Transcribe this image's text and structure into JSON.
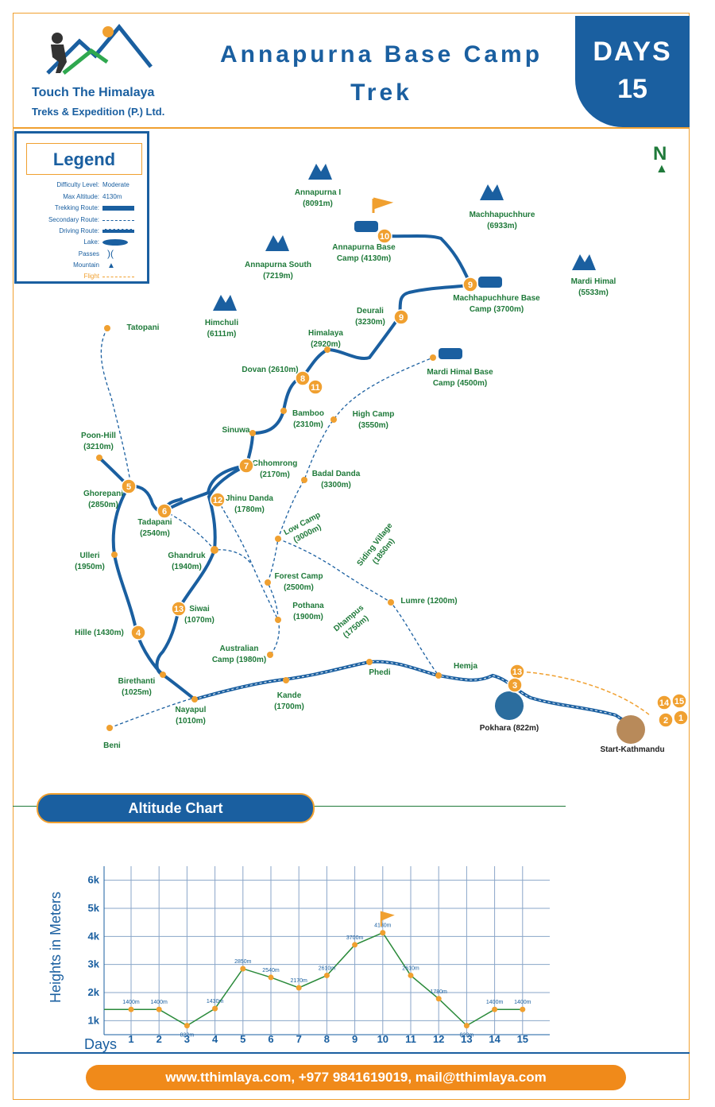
{
  "company": {
    "name_line1": "Touch The Himalaya",
    "name_line2": "Treks & Expedition (P.) Ltd."
  },
  "title": {
    "line1": "Annapurna Base Camp",
    "line2": "Trek"
  },
  "days": {
    "label": "DAYS",
    "value": "15"
  },
  "legend": {
    "title": "Legend",
    "rows": [
      {
        "label": "Difficulty Level:",
        "value": "Moderate"
      },
      {
        "label": "Max Altitude:",
        "value": "4130m"
      },
      {
        "label": "Trekking Route:",
        "value": ""
      },
      {
        "label": "Secondary Route:",
        "value": ""
      },
      {
        "label": "Driving Route:",
        "value": ""
      },
      {
        "label": "Lake:",
        "value": ""
      },
      {
        "label": "Passes",
        "value": ""
      },
      {
        "label": "Mountain",
        "value": ""
      },
      {
        "label": "Flight",
        "value": ""
      }
    ]
  },
  "compass": "N",
  "colors": {
    "brand_blue": "#1a5fa0",
    "accent_orange": "#f0a030",
    "green": "#1f7a3a"
  },
  "mountains": [
    {
      "name": "Annapurna I",
      "alt": "(8091m)"
    },
    {
      "name": "Machhapuchhure",
      "alt": "(6933m)"
    },
    {
      "name": "Annapurna South",
      "alt": "(7219m)"
    },
    {
      "name": "Mardi  Himal",
      "alt": "(5533m)"
    },
    {
      "name": "Himchuli",
      "alt": "(6111m)"
    }
  ],
  "places": {
    "abc": [
      "Annapurna Base",
      "Camp (4130m)"
    ],
    "mbc": [
      "Machhapuchhure Base",
      "Camp (3700m)"
    ],
    "deurali": [
      "Deurali",
      "(3230m)"
    ],
    "himalaya": [
      "Himalaya",
      "(2920m)"
    ],
    "dovan": [
      "Dovan (2610m)"
    ],
    "bamboo": [
      "Bamboo",
      "(2310m)"
    ],
    "mardi_bc": [
      "Mardi Himal Base",
      "Camp (4500m)"
    ],
    "high_camp": [
      "High Camp",
      "(3550m)"
    ],
    "tatopani": [
      "Tatopani"
    ],
    "sinuwa": [
      "Sinuwa"
    ],
    "chhomrong": [
      "Chhomrong",
      "(2170m)"
    ],
    "badal_danda": [
      "Badal Danda",
      "(3300m)"
    ],
    "poon_hill": [
      "Poon-Hill",
      "(3210m)"
    ],
    "ghorepani": [
      "Ghorepani",
      "(2850m)"
    ],
    "tadapani": [
      "Tadapani",
      "(2540m)"
    ],
    "jhinu": [
      "Jhinu Danda",
      "(1780m)"
    ],
    "low_camp": [
      "Low Camp",
      "(3000m)"
    ],
    "siding": [
      "Siding Village",
      "(1850m)"
    ],
    "ulleri": [
      "Ulleri",
      "(1950m)"
    ],
    "ghandruk": [
      "Ghandruk",
      "(1940m)"
    ],
    "forest_camp": [
      "Forest Camp",
      "(2500m)"
    ],
    "lumre": [
      "Lumre (1200m)"
    ],
    "siwai": [
      "Siwai",
      "(1070m)"
    ],
    "pothana": [
      "Pothana",
      "(1900m)"
    ],
    "dhampus": [
      "Dhampus",
      "(1750m)"
    ],
    "hille": [
      "Hille (1430m)"
    ],
    "australian": [
      "Australian",
      "Camp (1980m)"
    ],
    "phedi": [
      "Phedi"
    ],
    "hemja": [
      "Hemja"
    ],
    "birethanti": [
      "Birethanti",
      "(1025m)"
    ],
    "kande": [
      "Kande",
      "(1700m)"
    ],
    "nayapul": [
      "Nayapul",
      "(1010m)"
    ],
    "beni": [
      "Beni"
    ],
    "pokhara": [
      "Pokhara (822m)"
    ],
    "kathmandu": [
      "Start-Kathmandu"
    ]
  },
  "day_markers": [
    "10",
    "9",
    "9",
    "8",
    "11",
    "7",
    "5",
    "6",
    "12",
    "13",
    "4",
    "13",
    "3",
    "14",
    "15",
    "2",
    "1"
  ],
  "altitude_chart": {
    "banner": "Altitude Chart"
  },
  "chart_data": {
    "type": "line",
    "title": "",
    "xlabel": "Days",
    "ylabel": "Heights in Meters",
    "x": [
      0.65,
      1,
      2,
      3,
      4,
      5,
      6,
      7,
      8,
      9,
      10,
      11,
      12,
      13,
      14,
      15
    ],
    "y_ticks": [
      "1k",
      "2k",
      "3k",
      "4k",
      "5k",
      "6k"
    ],
    "x_ticks": [
      "1",
      "2",
      "3",
      "4",
      "5",
      "6",
      "7",
      "8",
      "9",
      "10",
      "11",
      "12",
      "13",
      "14",
      "15"
    ],
    "ylim": [
      500,
      6500
    ],
    "series": [
      {
        "values": [
          1400,
          1400,
          1400,
          822,
          1430,
          2850,
          2540,
          2170,
          2610,
          3700,
          4130,
          2610,
          1780,
          822,
          1400,
          1400
        ]
      }
    ],
    "data_labels": [
      "",
      "1400m",
      "1400m",
      "822m",
      "1430m",
      "2850m",
      "2540m",
      "2170m",
      "2610m",
      "3700m",
      "4130m",
      "2610m",
      "1780m",
      "822m",
      "1400m",
      "1400m"
    ],
    "grid": true
  },
  "footer": "www.tthimlaya.com, +977 9841619019, mail@tthimlaya.com"
}
